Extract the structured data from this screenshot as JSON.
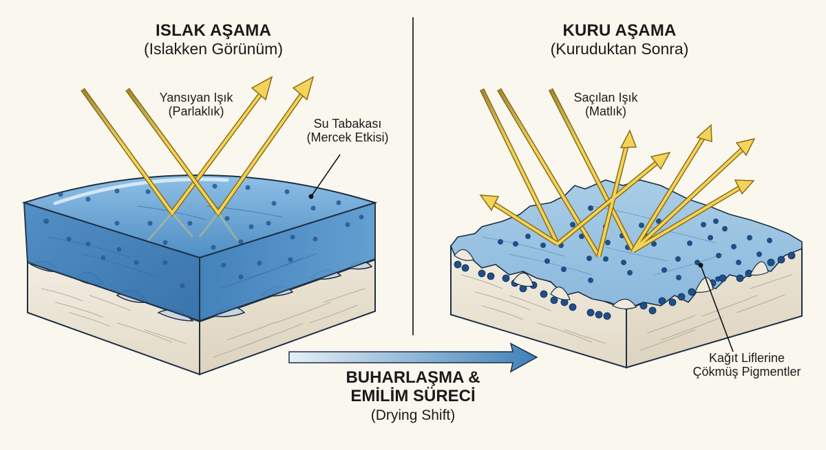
{
  "diagram": {
    "wet_stage": {
      "title": "ISLAK AŞAMA",
      "subtitle": "(Islakken Görünüm)",
      "light_label_line1": "Yansıyan Işık",
      "light_label_line2": "(Parlaklık)",
      "layer_label_line1": "Su Tabakası",
      "layer_label_line2": "(Mercek Etkisi)"
    },
    "dry_stage": {
      "title": "KURU AŞAMA",
      "subtitle": "(Kuruduktan Sonra)",
      "light_label_line1": "Saçılan Işık",
      "light_label_line2": "(Matlık)",
      "pigment_label_line1": "Kağıt Liflerine",
      "pigment_label_line2": "Çökmüş Pigmentler"
    },
    "process": {
      "line1": "BUHARLAŞMA &",
      "line2": "EMİLİM SÜRECİ",
      "line3": "(Drying Shift)"
    },
    "colors": {
      "background": "#faf7ee",
      "water_blue": "#4f8ec4",
      "water_dark": "#2f6da8",
      "dry_blue": "#9cc3e0",
      "pigment_dot": "#1f4f86",
      "paper": "#ece5d6",
      "light_ray": "#f3d35a",
      "outline": "#1c2f44",
      "divider": "#3a3a3a",
      "process_arrow": "#3f80b8"
    }
  }
}
